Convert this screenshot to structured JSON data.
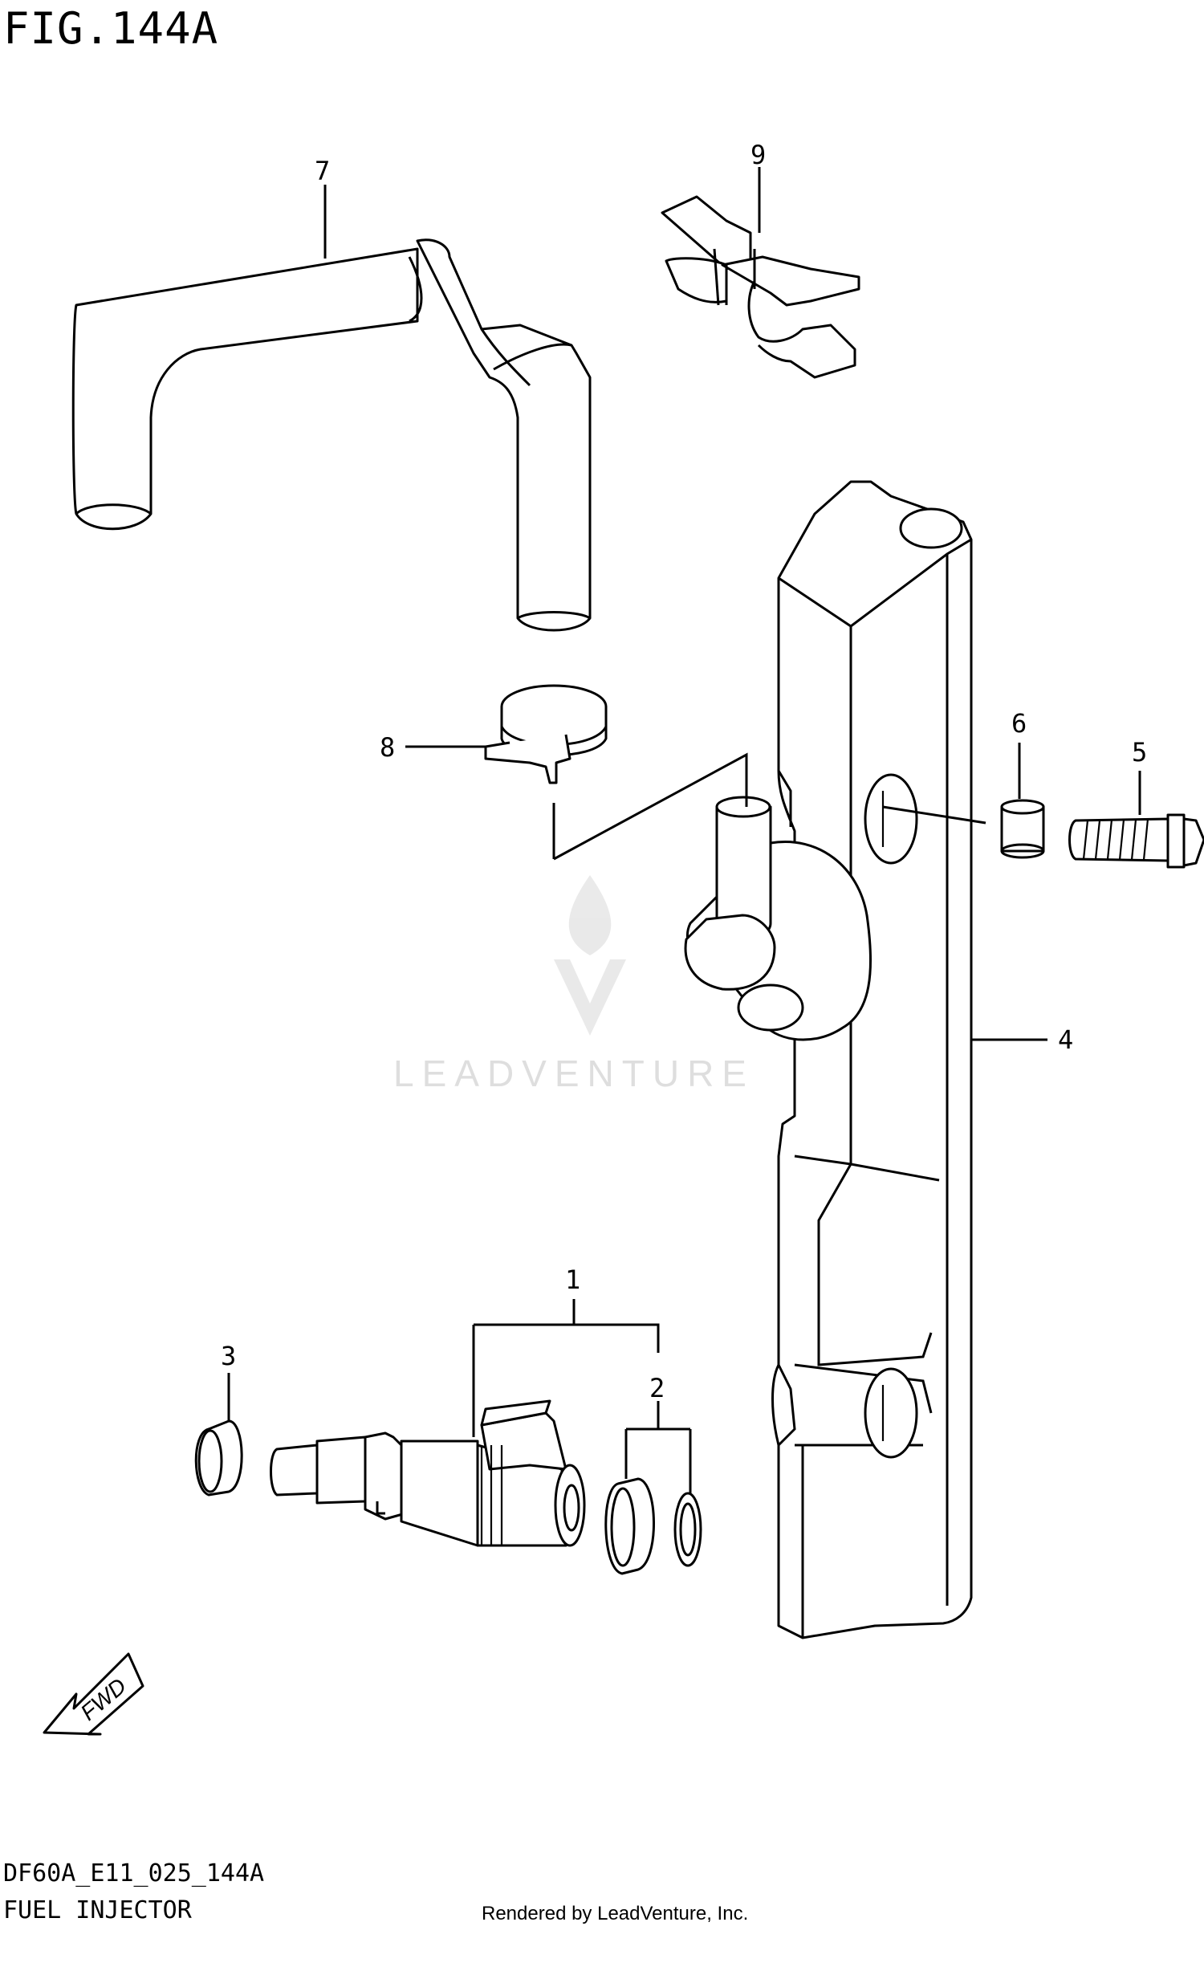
{
  "figure": {
    "title": "FIG.144A",
    "code": "DF60A_E11_025_144A",
    "name": "FUEL INJECTOR",
    "credit": "Rendered by LeadVenture, Inc.",
    "watermark": "LEADVENTURE"
  },
  "callouts": {
    "c1": "1",
    "c2": "2",
    "c3": "3",
    "c4": "4",
    "c5": "5",
    "c6": "6",
    "c7": "7",
    "c8": "8",
    "c9": "9"
  },
  "arrow": {
    "label": "FWD"
  }
}
